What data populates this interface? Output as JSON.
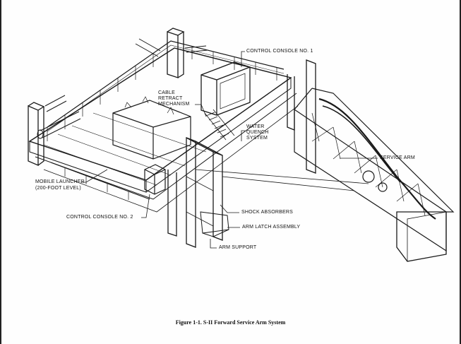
{
  "labels": {
    "control_console_1": "CONTROL CONSOLE NO. 1",
    "cable_retract_l1": "CABLE",
    "cable_retract_l2": "RETRACT",
    "cable_retract_l3": "MECHANISM",
    "water_quench_l1": "WATER",
    "water_quench_l2": "QUENCH",
    "water_quench_l3": "SYSTEM",
    "service_arm": "SERVICE ARM",
    "mobile_launcher_l1": "MOBILE LAUNCHER",
    "mobile_launcher_l2": "(200-FOOT LEVEL)",
    "shock_absorbers": "SHOCK ABSORBERS",
    "control_console_2": "CONTROL CONSOLE NO. 2",
    "arm_latch": "ARM LATCH ASSEMBLY",
    "arm_support": "ARM SUPPORT"
  },
  "caption": "Figure 1-1.   S-II Forward Service Arm System"
}
